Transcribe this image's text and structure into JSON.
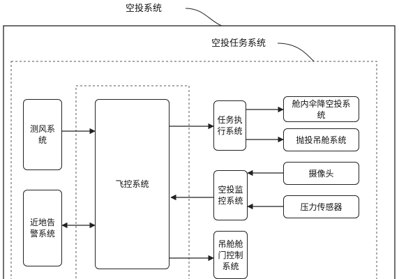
{
  "labels": {
    "airdrop_system": "空投系统",
    "airdrop_mission_system": "空投任务系统"
  },
  "blocks": {
    "wind": "测风系统",
    "ground_alert": "近地告警系统",
    "flight_control": "飞控系统",
    "mission_exec": "任务执行系统",
    "cabin_parachute": "舱内伞降空投系统",
    "pod_drop": "抛投吊舱系统",
    "airdrop_monitor": "空投监控系统",
    "camera": "摄像头",
    "pressure_sensor": "压力传感器",
    "pod_door": "吊舱舱门控制系统"
  }
}
